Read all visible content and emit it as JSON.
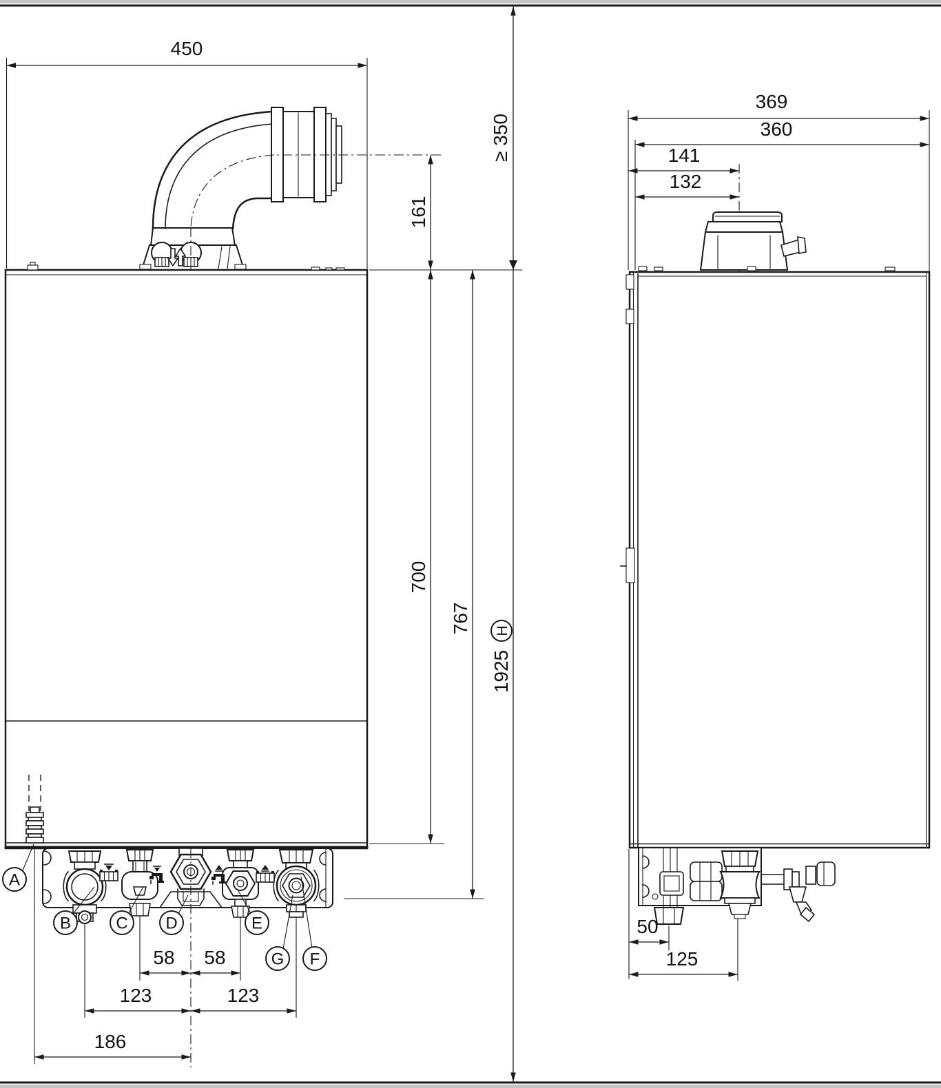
{
  "dims": {
    "front_width": "450",
    "clearance_top": "≥ 350",
    "flue_axis_to_top": "161",
    "body_height": "700",
    "height_with_connections": "767",
    "overall_height": "1925",
    "overall_height_ref": "H",
    "pitch_58_left": "58",
    "pitch_58_right": "58",
    "pitch_123_left": "123",
    "pitch_123_right": "123",
    "offset_186": "186",
    "depth_overall": "369",
    "depth_casing": "360",
    "flue_axis_141": "141",
    "flue_axis_132": "132",
    "bottom_50": "50",
    "bottom_125": "125"
  },
  "connections": {
    "a": "A",
    "b": "B",
    "c": "C",
    "d": "D",
    "e": "E",
    "f": "F",
    "g": "G"
  }
}
